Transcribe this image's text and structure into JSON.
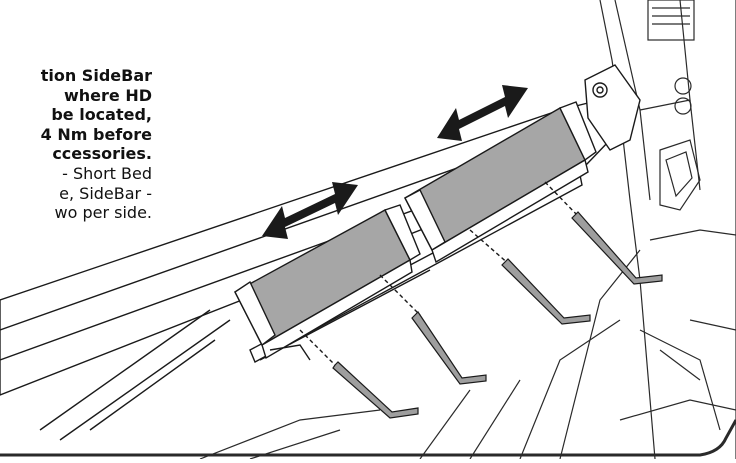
{
  "instructions": {
    "bold_lines": [
      "tion SideBar",
      "where HD",
      "be located,",
      "4 Nm before",
      "ccessories."
    ],
    "regular_lines": [
      "- Short Bed",
      "e, SideBar -",
      "wo per side."
    ]
  },
  "illustration": {
    "parts": [
      "sidebar-tube",
      "clamp-front",
      "clamp-rear",
      "hex-key",
      "slide-arrow"
    ],
    "colors": {
      "line": "#1a1a1a",
      "clamp_fill": "#a6a6a6",
      "hex_key_fill": "#9e9e9e",
      "arrow": "#1a1a1a",
      "background": "#ffffff"
    }
  }
}
